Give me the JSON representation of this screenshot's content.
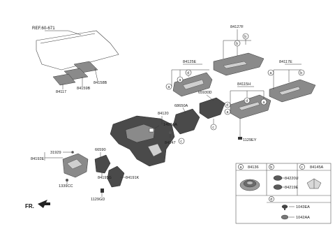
{
  "ref_label": "REF.60-671",
  "parts": {
    "p84158B": "84158B",
    "p84117": "84117",
    "p84159B": "84159B",
    "p84127F": "84127F",
    "p84125E": "84125E",
    "p84117E": "84117E",
    "p84115H": "84115H",
    "p65930D": "65930D",
    "p68650A": "68650A",
    "p84120": "84120",
    "p1497AA": "1497AA",
    "p84147": "84147",
    "p1129EY": "1129EY",
    "p31929": "31929",
    "p66590": "66590",
    "p84192E": "84192E",
    "p84195G": "84195G",
    "p84191K": "84191K",
    "p1339CC": "1339CC",
    "p1129GD": "1129GD"
  },
  "callout_letters": [
    "a",
    "b",
    "c",
    "d"
  ],
  "legend": {
    "a_part": "84136",
    "b_part1": "84220U",
    "b_part2": "84219E",
    "c_part": "84145A",
    "d_part1": "1043EA",
    "d_part2": "1042AA"
  },
  "direction_label": "FR."
}
